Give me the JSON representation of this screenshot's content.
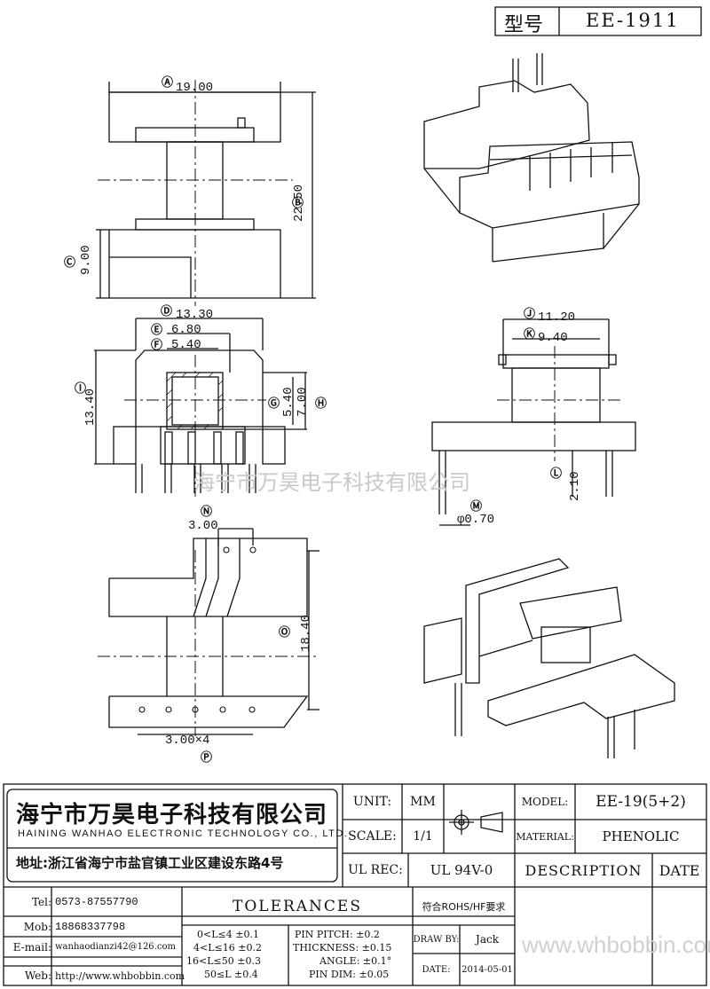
{
  "header": {
    "model_label": "型号",
    "model_value": "EE-1911"
  },
  "dimensions": {
    "A": {
      "tag": "Ⓐ",
      "value": "19.00"
    },
    "B": {
      "tag": "Ⓑ",
      "value": "22.50"
    },
    "C": {
      "tag": "Ⓒ",
      "value": "9.00"
    },
    "D": {
      "tag": "Ⓓ",
      "value": "13.30"
    },
    "E": {
      "tag": "Ⓔ",
      "value": "6.80"
    },
    "F": {
      "tag": "Ⓕ",
      "value": "5.40"
    },
    "G": {
      "tag": "Ⓖ",
      "value": "5.40"
    },
    "H": {
      "tag": "Ⓗ",
      "value": "7.00"
    },
    "I": {
      "tag": "Ⓘ",
      "value": "13.40"
    },
    "J": {
      "tag": "Ⓙ",
      "value": "11.20"
    },
    "K": {
      "tag": "Ⓚ",
      "value": "9.40"
    },
    "L": {
      "tag": "Ⓛ",
      "value": "2.10"
    },
    "M": {
      "tag": "Ⓜ",
      "value": "φ0.70"
    },
    "N": {
      "tag": "Ⓝ",
      "value": "3.00"
    },
    "O": {
      "tag": "Ⓞ",
      "value": "18.40"
    },
    "P": {
      "tag": "Ⓟ",
      "value": "3.00×4"
    }
  },
  "watermarks": {
    "center": "海宁市万昊电子科技有限公司",
    "corner": "www.whbobbin.com"
  },
  "company": {
    "name_cn": "海宁市万昊电子科技有限公司",
    "name_en": "HAINING WANHAO ELECTRONIC TECHNOLOGY CO., LTD.",
    "address": "地址:浙江省海宁市盐官镇工业区建设东路4号"
  },
  "spec": {
    "unit_label": "UNIT:",
    "unit_value": "MM",
    "scale_label": "SCALE:",
    "scale_value": "1/1",
    "model_label": "MODEL:",
    "model_value": "EE-19(5+2)",
    "material_label": "MATERIAL:",
    "material_value": "PHENOLIC",
    "ulrec_label": "UL REC:",
    "ulrec_value": "UL 94V-0",
    "description": "DESCRIPTION",
    "date_header": "DATE"
  },
  "contacts": [
    {
      "label": "Tel:",
      "value": "0573-87557790"
    },
    {
      "label": "Mob:",
      "value": "18868337798"
    },
    {
      "label": "E-mail:",
      "value": "wanhaodianzi42@126.com"
    },
    {
      "label": "Web:",
      "value": "http://www.whbobbin.com"
    }
  ],
  "tolerances": {
    "title": "TOLERANCES",
    "ranges": [
      "0<L≤4 ±0.1",
      "4<L≤16 ±0.2",
      "16<L≤50 ±0.3",
      "50≤L ±0.4"
    ],
    "specs": [
      "PIN PITCH: ±0.2",
      "THICKNESS: ±0.15",
      "ANGLE: ±0.1°",
      "PIN DIM: ±0.05"
    ]
  },
  "rohs": "符合ROHS/HF要求",
  "draw_by": {
    "label": "DRAW BY:",
    "value": "Jack"
  },
  "date": {
    "label": "DATE:",
    "value": "2014-05-01"
  }
}
